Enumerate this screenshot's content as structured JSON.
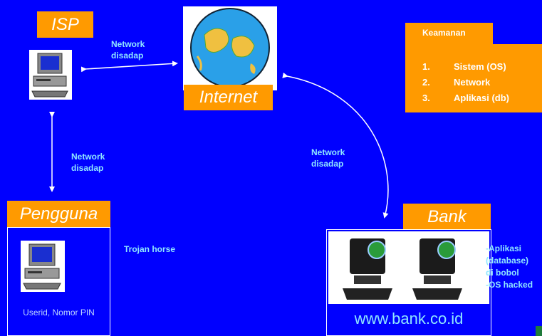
{
  "nodes": {
    "isp": {
      "label": "ISP"
    },
    "internet": {
      "label": "Internet"
    },
    "pengguna": {
      "label": "Pengguna",
      "caption": "Userid, Nomor PIN"
    },
    "bank": {
      "label": "Bank",
      "url": "www.bank.co.id"
    }
  },
  "edges": {
    "isp_internet": {
      "line1": "Network",
      "line2": "disadap"
    },
    "isp_pengguna": {
      "line1": "Network",
      "line2": "disadap"
    },
    "internet_bank": {
      "line1": "Network",
      "line2": "disadap"
    }
  },
  "annotations": {
    "trojan": "Trojan horse",
    "bank_notes": [
      "-Aplikasi",
      "(database)",
      "di bobol",
      "-OS hacked"
    ]
  },
  "keamanan": {
    "title": "Keamanan",
    "items": [
      {
        "num": "1.",
        "text": "Sistem (OS)"
      },
      {
        "num": "2.",
        "text": "Network"
      },
      {
        "num": "3.",
        "text": "Aplikasi (db)"
      }
    ]
  },
  "colors": {
    "background": "#0000ff",
    "label_bg": "#ff9a00",
    "annotation": "#8fe6ff"
  }
}
